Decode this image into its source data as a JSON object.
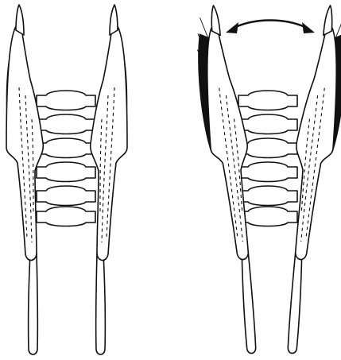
{
  "figure": {
    "panels": [
      {
        "id": "left",
        "arrow": false
      },
      {
        "id": "right",
        "arrow": true
      }
    ],
    "arrow": {
      "style": "double-headed curved arrow"
    },
    "colors": {
      "ink": "#111111",
      "background": "#ffffff"
    }
  }
}
